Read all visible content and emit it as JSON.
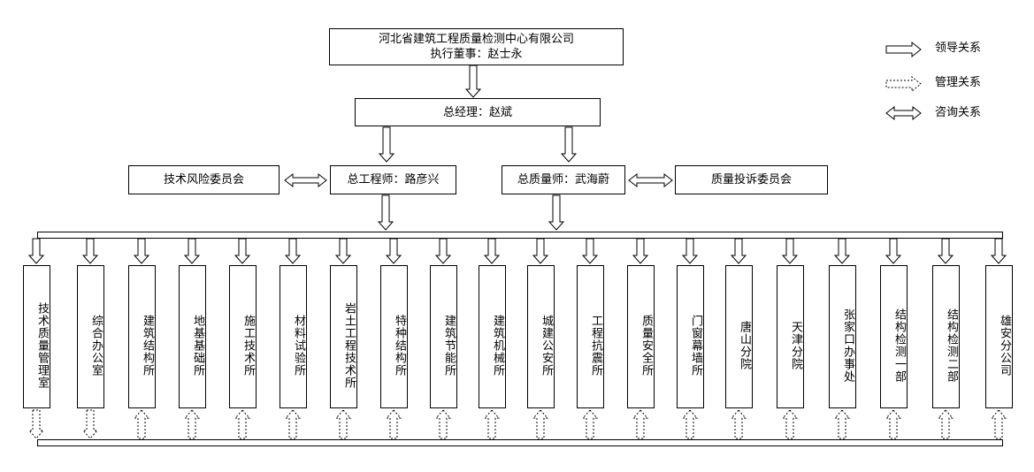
{
  "company": {
    "name": "河北省建筑工程质量检测中心有限公司",
    "exec_director": "执行董事：赵士永"
  },
  "general_manager": "总经理：赵斌",
  "chief_engineer": "总工程师：路彦兴",
  "chief_quality": "总质量师：武海蔚",
  "tech_risk_committee": "技术风险委员会",
  "quality_complaint_committee": "质量投诉委员会",
  "departments": [
    "技术质量管理室",
    "综合办公室",
    "建筑结构所",
    "地基基础所",
    "施工技术所",
    "材料试验所",
    "岩土工程技术所",
    "特种结构所",
    "建筑节能所",
    "建筑机械所",
    "城建公安所",
    "工程抗震所",
    "质量安全所",
    "门窗幕墙所",
    "唐山分院",
    "天津分院",
    "张家口办事处",
    "结构检测一部",
    "结构检测二部",
    "雄安分公司"
  ],
  "legend": [
    {
      "label": "领导关系",
      "style": "solid"
    },
    {
      "label": "管理关系",
      "style": "dashed"
    },
    {
      "label": "咨询关系",
      "style": "double"
    }
  ]
}
